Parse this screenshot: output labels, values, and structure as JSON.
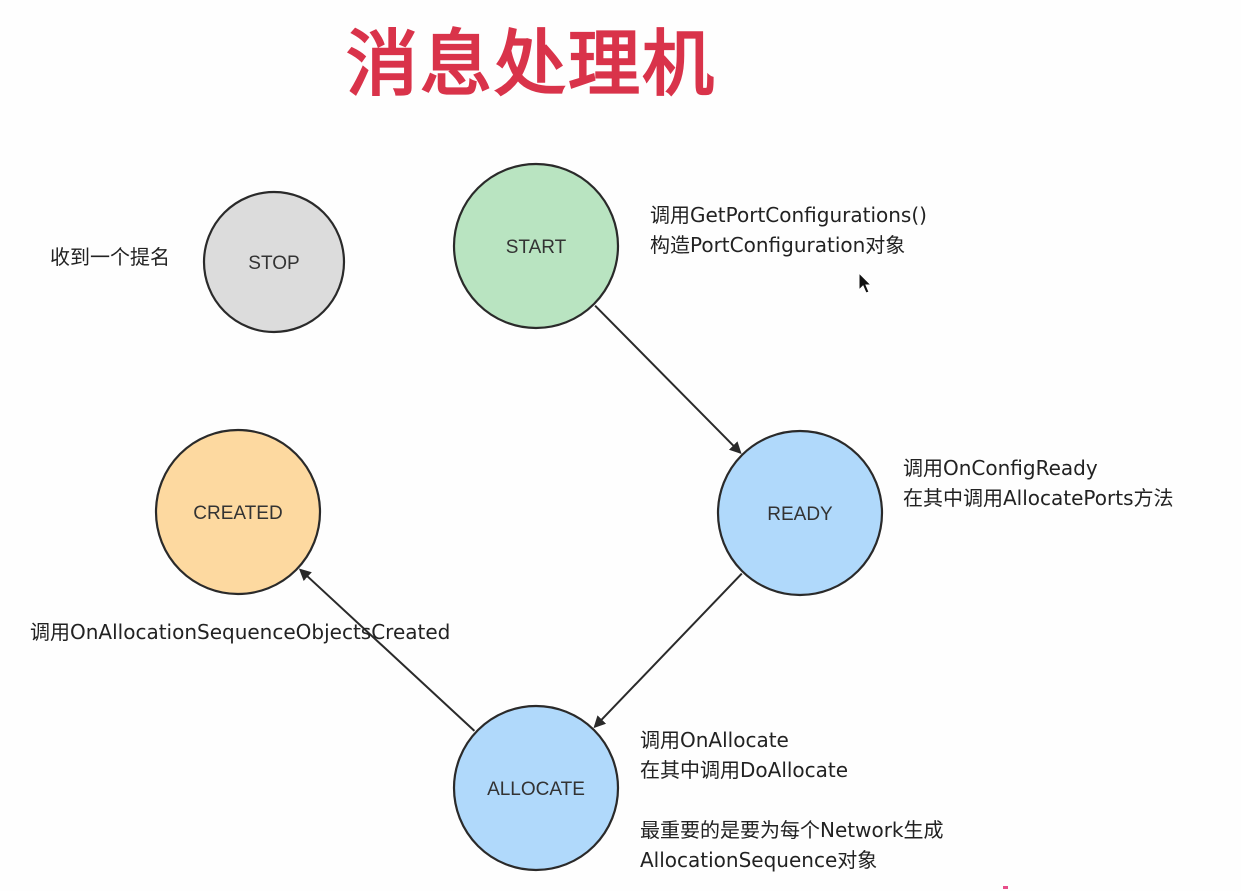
{
  "title": "消息处理机",
  "nodes": [
    {
      "id": "stop",
      "label": "STOP",
      "fill": "#dcdcdc"
    },
    {
      "id": "start",
      "label": "START",
      "fill": "#b9e4c1"
    },
    {
      "id": "ready",
      "label": "READY",
      "fill": "#b0d9fb"
    },
    {
      "id": "created",
      "label": "CREATED",
      "fill": "#fdd9a0"
    },
    {
      "id": "allocate",
      "label": "ALLOCATE",
      "fill": "#b0d9fb"
    }
  ],
  "edges": [
    {
      "from": "start",
      "to": "ready"
    },
    {
      "from": "ready",
      "to": "allocate"
    },
    {
      "from": "allocate",
      "to": "created"
    }
  ],
  "notes": {
    "stop": [
      "收到一个提名"
    ],
    "start": [
      "调用GetPortConfigurations()",
      "构造PortConfiguration对象"
    ],
    "ready": [
      "调用OnConfigReady",
      "在其中调用AllocatePorts方法"
    ],
    "created": [
      "调用OnAllocationSequenceObjectsCreated"
    ],
    "allocate_a": [
      "调用OnAllocate",
      "在其中调用DoAllocate"
    ],
    "allocate_b": [
      "最重要的是要为每个Network生成",
      "AllocationSequence对象"
    ]
  },
  "colors": {
    "title": "#d9334a",
    "stroke": "#2a2a2a",
    "arrow": "#2a2a2a"
  }
}
